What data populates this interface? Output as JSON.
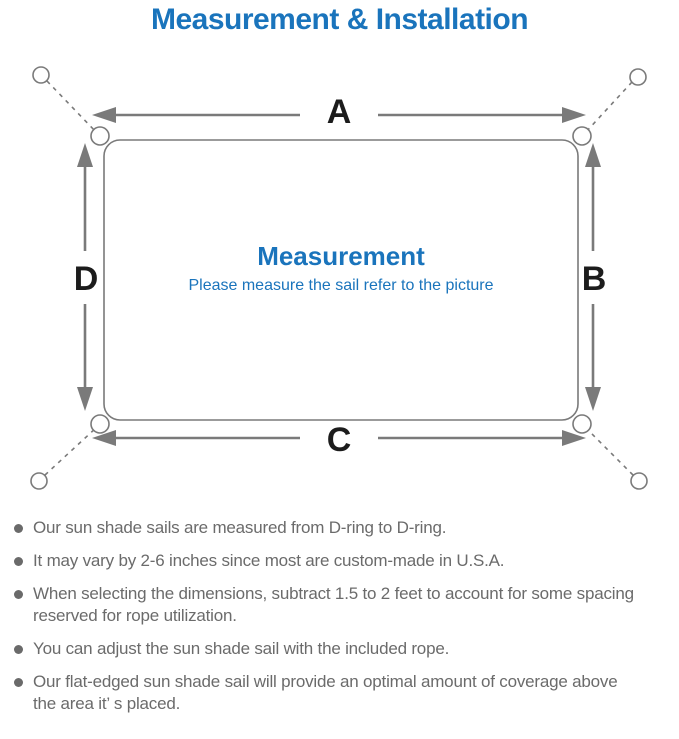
{
  "title": "Measurement & Installation",
  "diagram": {
    "labels": {
      "top": "A",
      "right": "B",
      "bottom": "C",
      "left": "D"
    },
    "center": {
      "heading": "Measurement",
      "subheading": "Please measure the sail refer to the picture"
    },
    "colors": {
      "accent_blue": "#1a74bc",
      "diagram_gray": "#7a7a7a",
      "label_black": "#1c1c1c",
      "note_gray": "#6b6b6b"
    }
  },
  "notes": {
    "items": [
      "Our sun shade sails are measured from D-ring to D-ring.",
      "It may vary by 2-6 inches since most are custom-made in U.S.A.",
      "When selecting the dimensions, subtract 1.5 to 2 feet to account for some spacing\nreserved for rope utilization.",
      "You can adjust the sun shade sail with the included rope.",
      "Our flat-edged sun shade sail will provide an optimal amount of coverage above\nthe area it’ s placed."
    ]
  }
}
